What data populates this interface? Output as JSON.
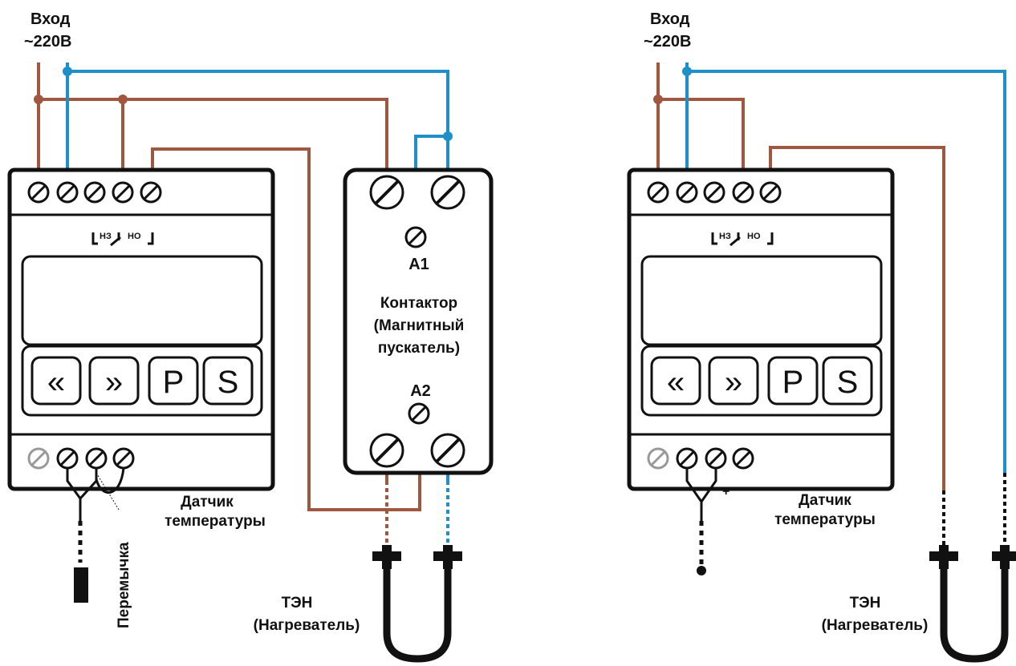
{
  "left": {
    "input_label_line1": "Вход",
    "input_label_line2": "~220В",
    "relay_switch_nc": "НЗ",
    "relay_switch_no": "НО",
    "buttons": {
      "prev": "«",
      "next": "»",
      "p": "P",
      "s": "S"
    },
    "contactor_a1": "А1",
    "contactor_a2": "А2",
    "contactor_line1": "Контактор",
    "contactor_line2": "(Магнитный",
    "contactor_line3": "пускатель)",
    "sensor_line1": "Датчик",
    "sensor_line2": "температуры",
    "jumper": "Перемычка",
    "heater_line1": "ТЭН",
    "heater_line2": "(Нагреватель)"
  },
  "right": {
    "input_label_line1": "Вход",
    "input_label_line2": "~220В",
    "relay_switch_nc": "НЗ",
    "relay_switch_no": "НО",
    "buttons": {
      "prev": "«",
      "next": "»",
      "p": "P",
      "s": "S"
    },
    "sensor_plus": "+",
    "sensor_line1": "Датчик",
    "sensor_line2": "температуры",
    "heater_line1": "ТЭН",
    "heater_line2": "(Нагреватель)"
  },
  "colors": {
    "phase_wire": "#a0573f",
    "neutral_wire": "#1f8fc8"
  }
}
